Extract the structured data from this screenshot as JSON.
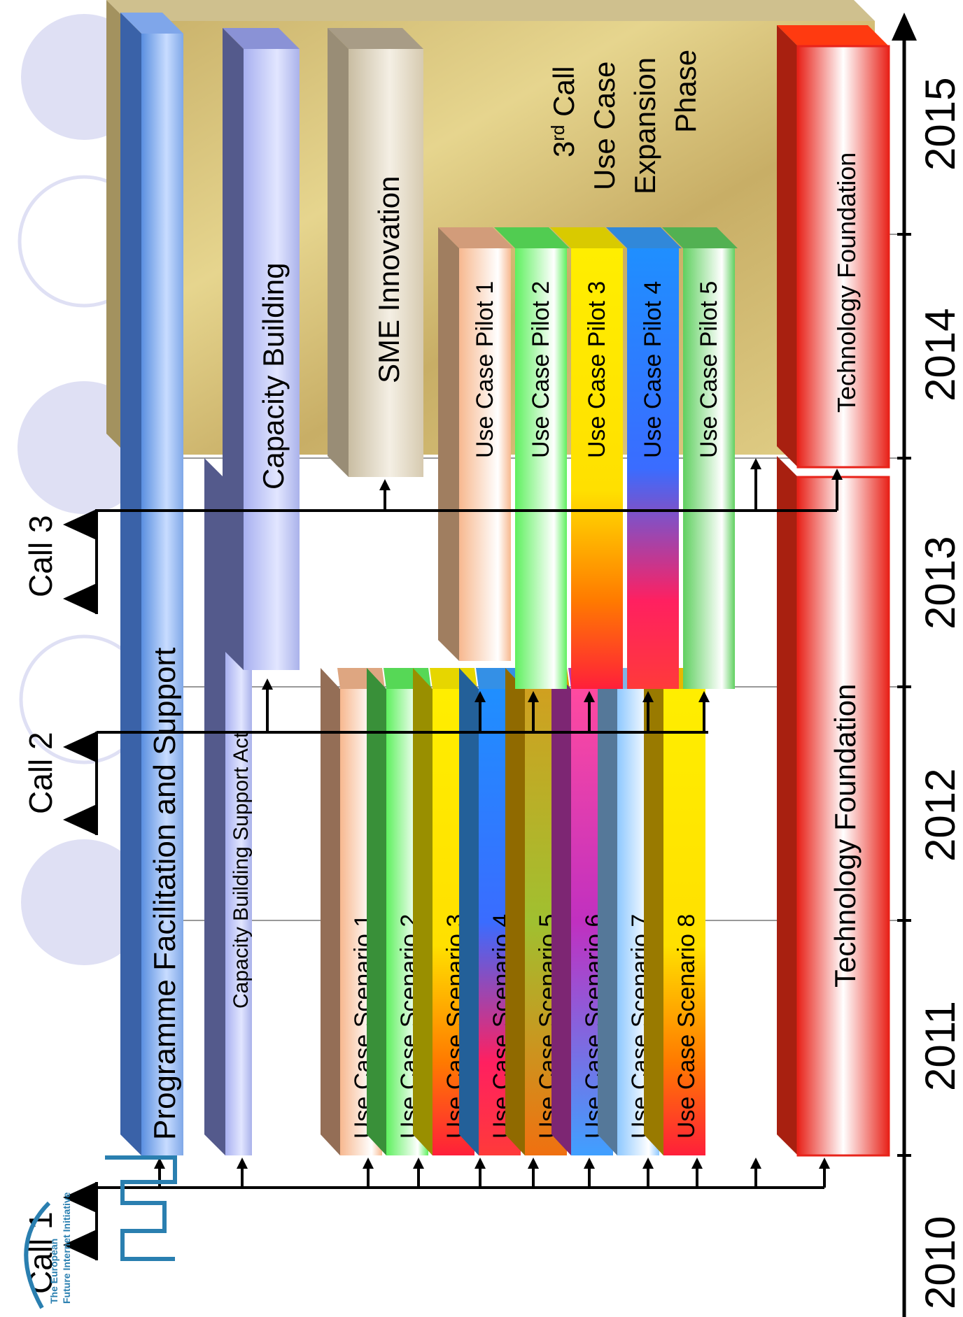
{
  "logo": {
    "line1": "The European",
    "line2": "Future Internet Initiative"
  },
  "years": [
    "2010",
    "2011",
    "2012",
    "2013",
    "2014",
    "2015"
  ],
  "calls": [
    "Call 1",
    "Call 2",
    "Call 3"
  ],
  "phase_label": {
    "line1_base": "3",
    "line1_sup": "rd",
    "line1_rest": " Call",
    "line2": "Use Case",
    "line3": "Expansion",
    "line4": "Phase"
  },
  "bars": {
    "programme": "Programme Facilitation and Support",
    "capacity_support": "Capacity Building Support Act",
    "capacity_building": "Capacity Building",
    "sme": "SME Innovation",
    "technology_foundation_1": "Technology Foundation",
    "technology_foundation_2": "Technology Foundation"
  },
  "scenarios": [
    {
      "label": "Use Case Scenario 1",
      "color": "#f7b88f"
    },
    {
      "label": "Use Case Scenario 2",
      "color": "#5ff05f"
    },
    {
      "label": "Use Case Scenario 3",
      "color": "#ffee00"
    },
    {
      "label": "Use Case Scenario 4",
      "color": "#3aa0ff"
    },
    {
      "label": "Use Case Scenario 5",
      "color": "#f0b000"
    },
    {
      "label": "Use Case Scenario 6",
      "color": "#d040c0"
    },
    {
      "label": "Use Case Scenario 7",
      "color": "#8ec8ff"
    },
    {
      "label": "Use Case Scenario 8",
      "color": "#ffcc00"
    }
  ],
  "pilots": [
    {
      "label": "Use Case Pilot 1",
      "color": "#f7b88f"
    },
    {
      "label": "Use Case Pilot 2",
      "color": "#5ff05f"
    },
    {
      "label": "Use Case Pilot 3",
      "color": "#ffee00"
    },
    {
      "label": "Use Case Pilot 4",
      "color": "#3aa0ff"
    },
    {
      "label": "Use Case Pilot 5",
      "color": "#60d060"
    }
  ],
  "colors": {
    "gold_panel": "#d9c88a",
    "programme": "#5a8fe0",
    "capacity": "#9aa4e8",
    "sme": "#cfc2a8",
    "technology": "#e8231a",
    "axis": "#000000"
  }
}
